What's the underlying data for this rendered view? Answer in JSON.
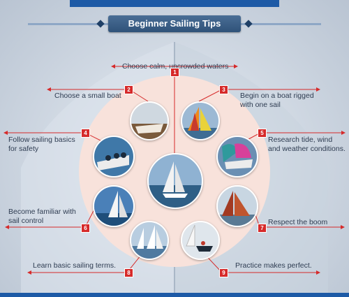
{
  "title": "Beginner Sailing Tips",
  "tips": [
    {
      "num": "1",
      "text": "Choose calm, uncrowded waters"
    },
    {
      "num": "2",
      "text": "Choose a small boat"
    },
    {
      "num": "3",
      "text": "Begin on a boat rigged\nwith one sail"
    },
    {
      "num": "4",
      "text": "Follow sailing basics\nfor safety"
    },
    {
      "num": "5",
      "text": "Research tide, wind\nand weather conditions."
    },
    {
      "num": "6",
      "text": "Become familiar with\nsail control"
    },
    {
      "num": "7",
      "text": "Respect the boom"
    },
    {
      "num": "8",
      "text": "Learn basic sailing terms."
    },
    {
      "num": "9",
      "text": "Practice makes perfect."
    }
  ],
  "colors": {
    "accent_red": "#d62a2a",
    "brand_blue": "#1d5aa6",
    "disc": "#f8e2db",
    "text": "#2f3d52"
  }
}
